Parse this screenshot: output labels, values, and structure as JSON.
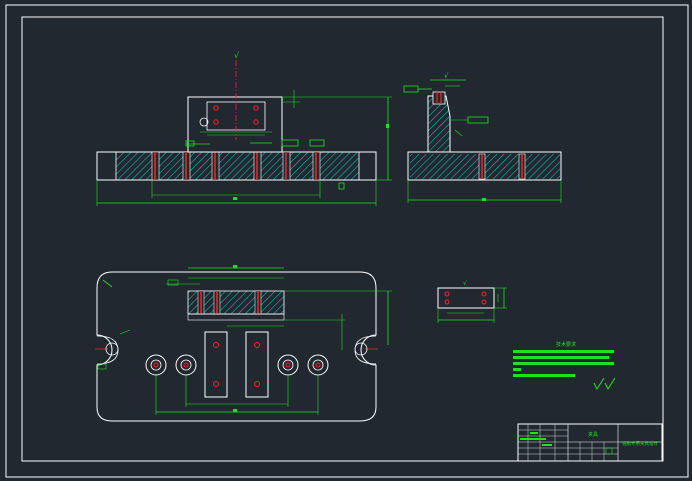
{
  "drawing": {
    "labels": {
      "top_view_mark": "√",
      "side_view_mark": "√",
      "small_part_mark": "√",
      "notes_title": "技术要求",
      "title_block_main": "夹具",
      "title_block_sub": "铣削专用夹具设计"
    },
    "colors": {
      "background": "#212830",
      "outline": "#ffffff",
      "dimension": "#19e619",
      "hatch": "#14b4b4",
      "center": "#ff2020",
      "hole": "#ffffff"
    }
  }
}
